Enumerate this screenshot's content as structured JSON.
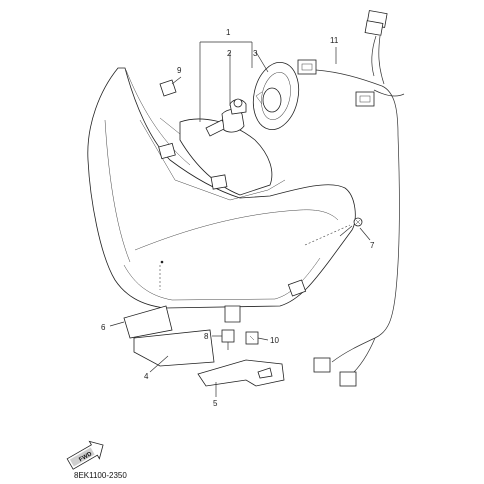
{
  "callouts": {
    "c1": "1",
    "c2": "2",
    "c3": "3",
    "c4": "4",
    "c5": "5",
    "c6": "6",
    "c7": "7",
    "c8": "8",
    "c9": "9",
    "c10": "10",
    "c11": "11"
  },
  "fwd_badge": "FWD",
  "diagram_code": "8EK1100-2350"
}
